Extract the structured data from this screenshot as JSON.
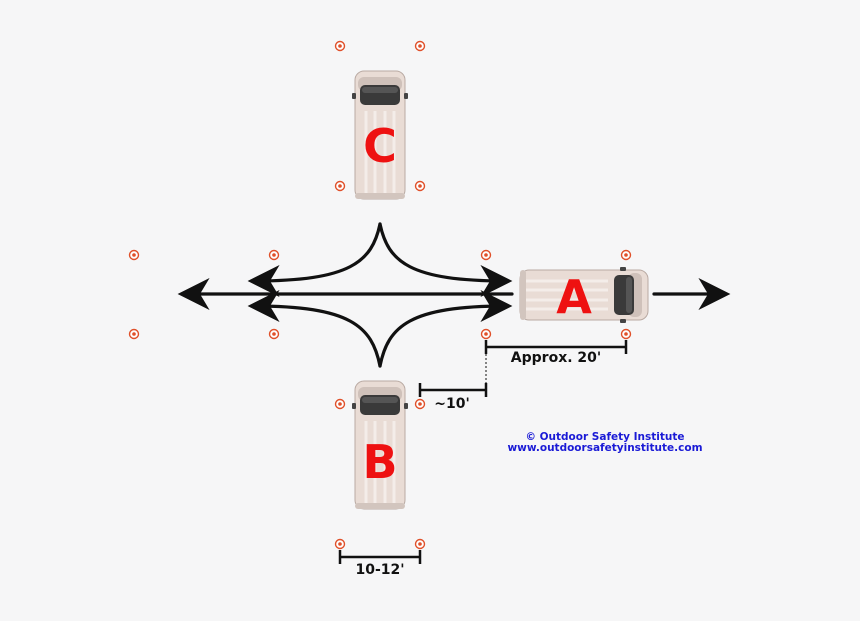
{
  "vehicles": {
    "a": {
      "label": "A"
    },
    "b": {
      "label": "B"
    },
    "c": {
      "label": "C"
    }
  },
  "measurements": {
    "approx_distance": "Approx. 20'",
    "gap": "~10'",
    "lane_width": "10-12'"
  },
  "credit": {
    "line1": "© Outdoor Safety Institute",
    "line2": "www.outdoorsafetyinstitute.com"
  },
  "colors": {
    "background": "#f6f6f7",
    "letter": "#ee1111",
    "credit_text": "#1a1ad6",
    "cone_ring": "#e0502a",
    "arrow": "#111111",
    "vehicle_body": "#e9dcd5"
  },
  "icons": {
    "cone": "traffic-cone-marker-icon",
    "vehicle": "top-down-van-icon"
  }
}
